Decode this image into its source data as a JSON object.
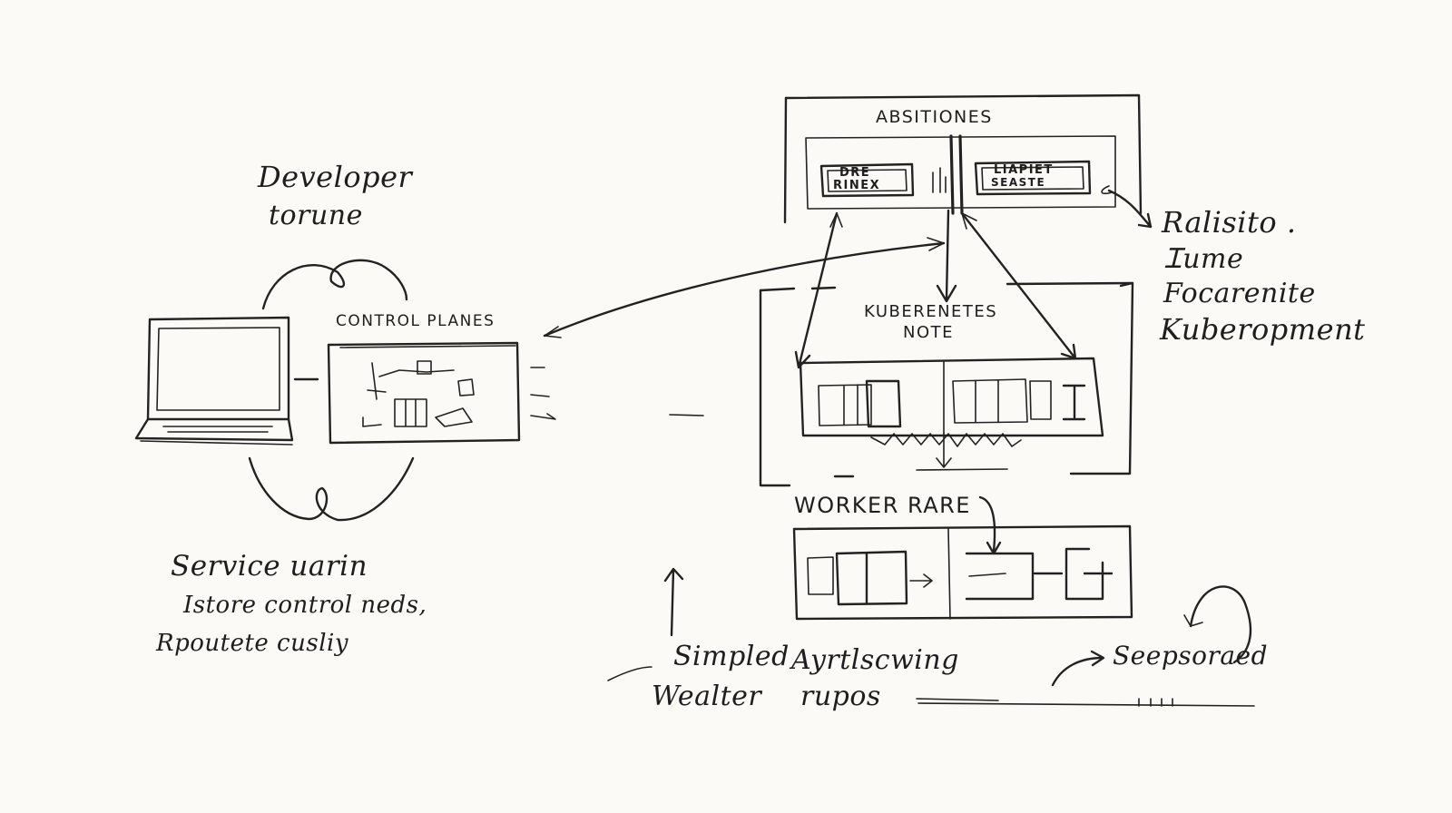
{
  "labels": {
    "developer": "Developer",
    "tovine": "torune",
    "control_planes": "CONTROL PLANES",
    "service": "Service uarin",
    "istore": "Istore control neds,",
    "rpoutete": "Rpoutete cusliy",
    "absitiones": "ABSITIONES",
    "box_left_line1": "DRE",
    "box_left_line2": "RINEX",
    "box_right_line1": "LIAPIET",
    "box_right_line2": "SEASTE",
    "kubernetes": "KUBERENETES",
    "note": "NOTE",
    "worker_rare": "WORKER RARE",
    "simpled": "Simpled",
    "ayrtlscwing": "Ayrtlscwing",
    "wealter": "Wealter",
    "rupos": "rupos",
    "seepsoraed": "Seepsoraed",
    "ralisito": "Ralisito .",
    "lume": "Ꮖume",
    "focarenite": "Focarenite",
    "kuberopment": "Kuberopment"
  }
}
